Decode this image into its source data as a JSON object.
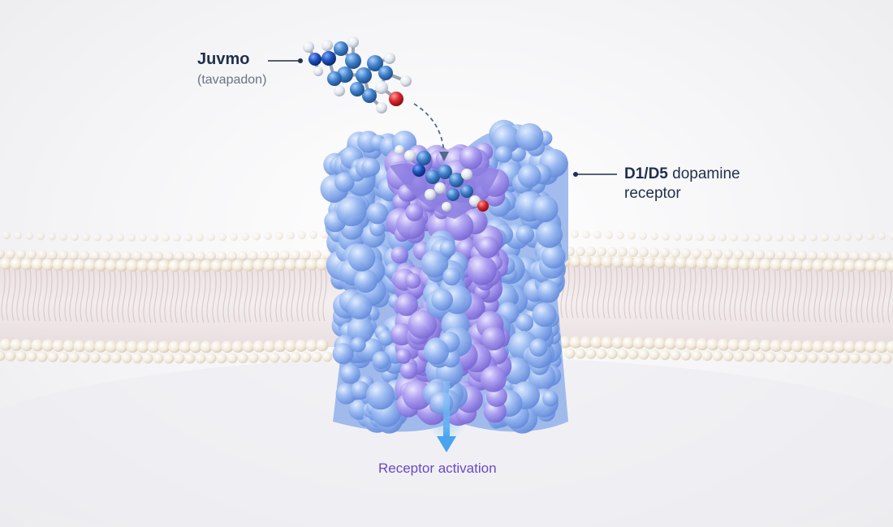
{
  "labels": {
    "drug_name": "Juvmo",
    "drug_generic": "(tavapadon)",
    "receptor_prefix": "D1/D5",
    "receptor_rest_line1": " dopamine",
    "receptor_line2": "receptor",
    "activation": "Receptor activation"
  },
  "colors": {
    "receptor_blue": "#8fb2ee",
    "receptor_violet": "#a99ae8",
    "membrane_head": "#f3ebdd",
    "membrane_tail": "#d9c9cf",
    "atom_blue": "#3f7fc7",
    "atom_navy": "#1b4fb8",
    "atom_white": "#e8ecf2",
    "atom_red": "#d8262b",
    "arrow_blue": "#5aa9ee",
    "label_dark": "#1f2f4d",
    "label_violet": "#6a48c8"
  }
}
